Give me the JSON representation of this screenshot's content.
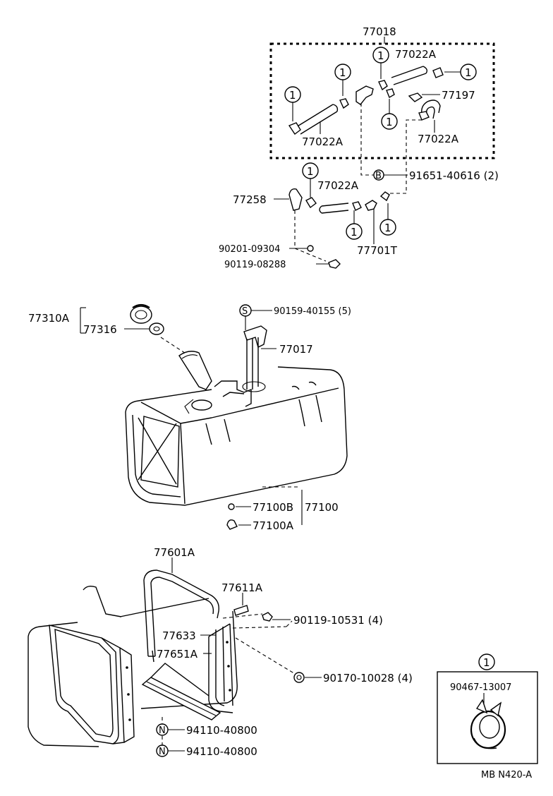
{
  "callouts": {
    "c77018": "77018",
    "c77022A_top": "77022A",
    "c77197": "77197",
    "c77022A_left": "77022A",
    "c77022A_right": "77022A",
    "c91651": "91651-40616 (2)",
    "c77022A_mid": "77022A",
    "c77258": "77258",
    "c77701T": "77701T",
    "c90201": "90201-09304",
    "c90119_08288": "90119-08288",
    "c77310A": "77310A",
    "c77316": "77316",
    "c90159": "90159-40155 (5)",
    "c77017": "77017",
    "c77100B": "77100B",
    "c77100": "77100",
    "c77100A": "77100A",
    "c77601A": "77601A",
    "c77611A": "77611A",
    "c90119_10531": "90119-10531 (4)",
    "c77633": "77633",
    "c77651A": "77651A",
    "c90170": "90170-10028 (4)",
    "c94110_a": "94110-40800",
    "c94110_b": "94110-40800",
    "c90467": "90467-13007"
  },
  "markers": {
    "one": "1",
    "b": "B",
    "s": "S",
    "n": "N"
  },
  "inset": {
    "marker": "1"
  },
  "footer": {
    "code": "MB N420-A"
  }
}
